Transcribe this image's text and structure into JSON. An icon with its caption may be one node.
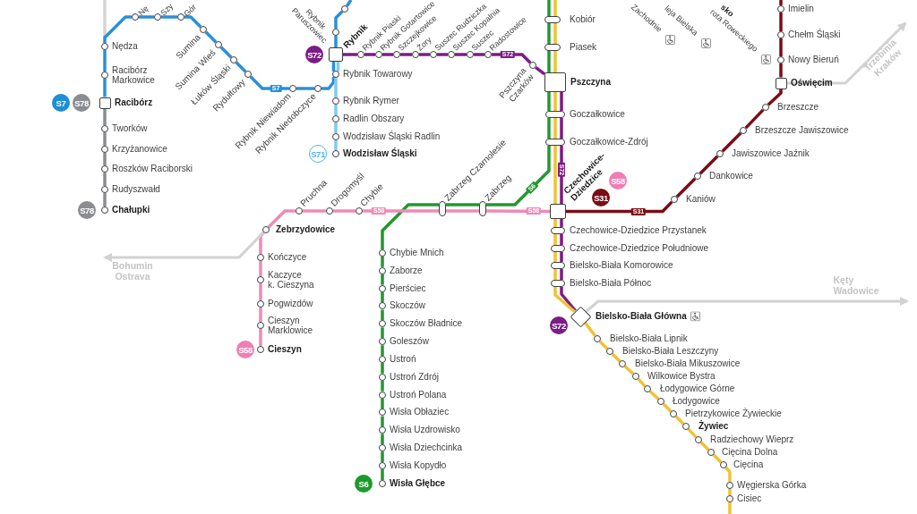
{
  "diagram": {
    "nodes": [
      {
        "text": [],
        "shape": "circle",
        "beside": [
          "Nę"
        ]
      },
      {
        "text": [],
        "shape": "circle",
        "beside": [
          "Szy"
        ]
      },
      {
        "text": [],
        "shape": "circle",
        "beside": [
          "Gór"
        ]
      },
      {
        "text": [],
        "shape": "circle",
        "beside": [
          "Nędza"
        ]
      },
      {
        "text": [],
        "shape": "circle",
        "beside": [
          "Racibórz Markowice"
        ]
      },
      {
        "text": [
          "S7"
        ]
      },
      {
        "text": [
          "S78"
        ]
      },
      {
        "text": [],
        "shape": "box",
        "beside": [
          "Racibórz"
        ]
      },
      {
        "text": [],
        "shape": "circle",
        "beside": [
          "Sumina"
        ]
      },
      {
        "text": [],
        "shape": "circle",
        "beside": [
          "Sumina Wieś"
        ]
      },
      {
        "text": [],
        "shape": "circle",
        "beside": [
          "Łuków Śląski"
        ]
      },
      {
        "text": [],
        "shape": "circle",
        "beside": [
          "Rydułtowy"
        ]
      },
      {
        "text": [],
        "shape": "circle",
        "beside": [
          "Rybnik Niewiadom"
        ]
      },
      {
        "text": [],
        "shape": "circle",
        "beside": [
          "Rybnik Niedobczyce"
        ]
      },
      {
        "text": [],
        "shape": "circle"
      },
      {
        "text": [],
        "shape": "circle",
        "beside": [
          "Rybnik Paruszowiec"
        ]
      },
      {
        "text": [
          "S72"
        ]
      },
      {
        "text": [],
        "shape": "box",
        "beside": [
          "Rybnik"
        ]
      },
      {
        "text": [],
        "shape": "circle",
        "beside": [
          "Rybnik Towarowy"
        ]
      },
      {
        "text": [],
        "shape": "circle",
        "beside": [
          "Rybnik Rymer"
        ]
      },
      {
        "text": [],
        "shape": "circle",
        "beside": [
          "Radlin Obszary"
        ]
      },
      {
        "text": [],
        "shape": "circle",
        "beside": [
          "Wodzisław Śląski Radlin"
        ]
      },
      {
        "text": [
          "S71"
        ]
      },
      {
        "text": [],
        "shape": "circle",
        "beside": [
          "Wodzisław Śląski"
        ]
      },
      {
        "text": [],
        "shape": "circle",
        "beside": [
          "Tworków"
        ]
      },
      {
        "text": [],
        "shape": "circle",
        "beside": [
          "Krzyżanowice"
        ]
      },
      {
        "text": [],
        "shape": "circle",
        "beside": [
          "Roszków Raciborski"
        ]
      },
      {
        "text": [],
        "shape": "circle",
        "beside": [
          "Rudyszwałd"
        ]
      },
      {
        "text": [
          "S78"
        ]
      },
      {
        "text": [],
        "shape": "circle",
        "beside": [
          "Chałupki"
        ]
      },
      {
        "text": [],
        "shape": "circle",
        "beside": [
          "Rybnik Piaski"
        ]
      },
      {
        "text": [],
        "shape": "circle",
        "beside": [
          "Rybnik Gotartowice"
        ]
      },
      {
        "text": [],
        "shape": "circle",
        "beside": [
          "Szczejkowice"
        ]
      },
      {
        "text": [],
        "shape": "circle",
        "beside": [
          "Żory"
        ]
      },
      {
        "text": [],
        "shape": "circle",
        "beside": [
          "Suszec Rudziczka"
        ]
      },
      {
        "text": [],
        "shape": "circle",
        "beside": [
          "Suszec Kopalnia"
        ]
      },
      {
        "text": [],
        "shape": "circle",
        "beside": [
          "Suszec"
        ]
      },
      {
        "text": [],
        "shape": "circle",
        "beside": [
          "Radostowice"
        ]
      },
      {
        "text": [],
        "shape": "circle",
        "beside": [
          "Pszczyna Czarków"
        ]
      },
      {
        "text": [],
        "shape": "bar",
        "beside": [
          "Kobiór"
        ]
      },
      {
        "text": [],
        "shape": "bar",
        "beside": [
          "Piasek"
        ]
      },
      {
        "text": [],
        "shape": "box",
        "beside": [
          "Pszczyna"
        ]
      },
      {
        "text": [],
        "shape": "bar",
        "beside": [
          "Goczałkowice"
        ]
      },
      {
        "text": [],
        "shape": "bar",
        "beside": [
          "Goczałkowice-Zdrój"
        ]
      },
      {
        "text": [],
        "shape": "circle",
        "beside": [
          "Imielin"
        ]
      },
      {
        "text": [],
        "shape": "circle",
        "beside": [
          "Chełm Śląski"
        ]
      },
      {
        "text": [],
        "shape": "circle",
        "beside": [
          "Nowy Bieruń"
        ]
      },
      {
        "text": [],
        "shape": "box",
        "beside": [
          "Oświęcim"
        ]
      },
      {
        "text": [],
        "shape": "circle",
        "beside": [
          "Brzeszcze"
        ]
      },
      {
        "text": [],
        "shape": "circle",
        "beside": [
          "Brzeszcze Jawiszowice"
        ]
      },
      {
        "text": [],
        "shape": "circle",
        "beside": [
          "Jawiszowice Jaźnik"
        ]
      },
      {
        "text": [],
        "shape": "circle",
        "beside": [
          "Dankowice"
        ]
      },
      {
        "text": [],
        "shape": "circle",
        "beside": [
          "Kaniów"
        ]
      },
      {
        "text": [
          "S58"
        ]
      },
      {
        "text": [
          "S31"
        ]
      },
      {
        "text": [],
        "shape": "box",
        "beside": [
          "Czechowice-Dziedzice"
        ]
      },
      {
        "text": [],
        "shape": "circle",
        "beside": [
          "Pruchna"
        ]
      },
      {
        "text": [],
        "shape": "circle",
        "beside": [
          "Drogomyśl"
        ]
      },
      {
        "text": [],
        "shape": "circle",
        "beside": [
          "Chybie"
        ]
      },
      {
        "text": [],
        "shape": "bar",
        "beside": [
          "Zabrzeg Czarnolesie"
        ]
      },
      {
        "text": [],
        "shape": "bar",
        "beside": [
          "Zabrzeg"
        ]
      },
      {
        "text": [],
        "shape": "circle",
        "beside": [
          "Zebrzydowice"
        ]
      },
      {
        "text": [],
        "shape": "circle",
        "beside": [
          "Kończyce"
        ]
      },
      {
        "text": [],
        "shape": "circle",
        "beside": [
          "Kaczyce k. Cieszyna"
        ]
      },
      {
        "text": [],
        "shape": "circle",
        "beside": [
          "Pogwizdów"
        ]
      },
      {
        "text": [],
        "shape": "circle",
        "beside": [
          "Cieszyn Marklowice"
        ]
      },
      {
        "text": [
          "S58"
        ]
      },
      {
        "text": [],
        "shape": "circle",
        "beside": [
          "Cieszyn"
        ]
      },
      {
        "text": [],
        "shape": "circle",
        "beside": [
          "Chybie Mnich"
        ]
      },
      {
        "text": [],
        "shape": "circle",
        "beside": [
          "Zaborze"
        ]
      },
      {
        "text": [],
        "shape": "circle",
        "beside": [
          "Pierściec"
        ]
      },
      {
        "text": [],
        "shape": "circle",
        "beside": [
          "Skoczów"
        ]
      },
      {
        "text": [],
        "shape": "circle",
        "beside": [
          "Skoczów Bładnice"
        ]
      },
      {
        "text": [],
        "shape": "circle",
        "beside": [
          "Goleszów"
        ]
      },
      {
        "text": [],
        "shape": "circle",
        "beside": [
          "Ustroń"
        ]
      },
      {
        "text": [],
        "shape": "circle",
        "beside": [
          "Ustroń Zdrój"
        ]
      },
      {
        "text": [],
        "shape": "circle",
        "beside": [
          "Ustroń Polana"
        ]
      },
      {
        "text": [],
        "shape": "circle",
        "beside": [
          "Wisła Obłaziec"
        ]
      },
      {
        "text": [],
        "shape": "circle",
        "beside": [
          "Wisła Uzdrowisko"
        ]
      },
      {
        "text": [],
        "shape": "circle",
        "beside": [
          "Wisła Dziechcinka"
        ]
      },
      {
        "text": [],
        "shape": "circle",
        "beside": [
          "Wisła Kopydło"
        ]
      },
      {
        "text": [
          "S6"
        ]
      },
      {
        "text": [],
        "shape": "circle",
        "beside": [
          "Wisła Głębce"
        ]
      },
      {
        "text": [],
        "shape": "bar",
        "beside": [
          "Czechowice-Dziedzice Przystanek"
        ]
      },
      {
        "text": [],
        "shape": "bar",
        "beside": [
          "Czechowice-Dziedzice Południowe"
        ]
      },
      {
        "text": [],
        "shape": "bar",
        "beside": [
          "Bielsko-Biała Komorowice"
        ]
      },
      {
        "text": [],
        "shape": "bar",
        "beside": [
          "Bielsko-Biała Północ"
        ]
      },
      {
        "text": [
          "S72"
        ]
      },
      {
        "text": [],
        "shape": "diamond",
        "beside": [
          "Bielsko-Biała Główna"
        ]
      },
      {
        "text": [],
        "shape": "circle",
        "beside": [
          "Bielsko-Biała Lipnik"
        ]
      },
      {
        "text": [],
        "shape": "circle",
        "beside": [
          "Bielsko-Biała Leszczyny"
        ]
      },
      {
        "text": [],
        "shape": "circle",
        "beside": [
          "Bielsko-Biała Mikuszowice"
        ]
      },
      {
        "text": [],
        "shape": "circle",
        "beside": [
          "Wilkowice Bystra"
        ]
      },
      {
        "text": [],
        "shape": "circle",
        "beside": [
          "Łodygowice Górne"
        ]
      },
      {
        "text": [],
        "shape": "circle",
        "beside": [
          "Łodygowice"
        ]
      },
      {
        "text": [],
        "shape": "circle",
        "beside": [
          "Pietrzykowice Żywieckie"
        ]
      },
      {
        "text": [],
        "shape": "circle",
        "beside": [
          "Żywiec"
        ]
      },
      {
        "text": [],
        "shape": "circle",
        "beside": [
          "Radziechowy Wieprz"
        ]
      },
      {
        "text": [],
        "shape": "circle",
        "beside": [
          "Cięcina Dolna"
        ]
      },
      {
        "text": [],
        "shape": "circle",
        "beside": [
          "Cięcina"
        ]
      },
      {
        "text": [],
        "shape": "circle",
        "beside": [
          "Węgierska Górka"
        ]
      },
      {
        "text": [],
        "shape": "circle",
        "beside": [
          "Cisiec"
        ]
      }
    ],
    "edges": [
      {
        "from": 7,
        "to": 4,
        "arrow": "none",
        "color": "#2a90d8"
      },
      {
        "from": 4,
        "to": 3,
        "arrow": "none",
        "color": "#2a90d8"
      },
      {
        "from": 3,
        "to": 0,
        "arrow": "none",
        "color": "#2a90d8"
      },
      {
        "from": 0,
        "to": 1,
        "arrow": "none",
        "color": "#2a90d8"
      },
      {
        "from": 1,
        "to": 2,
        "arrow": "none",
        "color": "#2a90d8"
      },
      {
        "from": 2,
        "to": 8,
        "arrow": "none",
        "color": "#2a90d8"
      },
      {
        "from": 8,
        "to": 9,
        "arrow": "none",
        "color": "#2a90d8"
      },
      {
        "from": 9,
        "to": 10,
        "arrow": "none",
        "color": "#2a90d8"
      },
      {
        "from": 10,
        "to": 11,
        "arrow": "none",
        "color": "#2a90d8"
      },
      {
        "from": 11,
        "to": 12,
        "arrow": "none",
        "color": "#2a90d8",
        "label": "S7"
      },
      {
        "from": 12,
        "to": 13,
        "arrow": "none",
        "color": "#2a90d8"
      },
      {
        "from": 13,
        "to": 18,
        "arrow": "none",
        "color": "#2a90d8"
      },
      {
        "from": 18,
        "to": 17,
        "arrow": "none",
        "color": "#2a90d8"
      },
      {
        "from": 17,
        "to": 15,
        "arrow": "none",
        "color": "#2a90d8"
      },
      {
        "from": 15,
        "to": 14,
        "arrow": "none",
        "color": "#2a90d8"
      },
      {
        "from": 14,
        "to": null,
        "arrow": "none",
        "color": "#2a90d8"
      },
      {
        "from": 23,
        "to": 21,
        "arrow": "none",
        "color": "#7fcbee"
      },
      {
        "from": 21,
        "to": 20,
        "arrow": "none",
        "color": "#7fcbee"
      },
      {
        "from": 20,
        "to": 19,
        "arrow": "none",
        "color": "#7fcbee"
      },
      {
        "from": 19,
        "to": 18,
        "arrow": "none",
        "color": "#7fcbee"
      },
      {
        "from": 18,
        "to": 17,
        "arrow": "none",
        "color": "#7fcbee"
      },
      {
        "from": 7,
        "to": 24,
        "arrow": "none",
        "color": "#8a8d92"
      },
      {
        "from": 24,
        "to": 25,
        "arrow": "none",
        "color": "#8a8d92"
      },
      {
        "from": 25,
        "to": 26,
        "arrow": "none",
        "color": "#8a8d92"
      },
      {
        "from": 26,
        "to": 27,
        "arrow": "none",
        "color": "#8a8d92"
      },
      {
        "from": 27,
        "to": 29,
        "arrow": "none",
        "color": "#8a8d92"
      },
      {
        "from": 17,
        "to": 30,
        "arrow": "none",
        "color": "#7c1c86"
      },
      {
        "from": 30,
        "to": 31,
        "arrow": "none",
        "color": "#7c1c86"
      },
      {
        "from": 31,
        "to": 32,
        "arrow": "none",
        "color": "#7c1c86"
      },
      {
        "from": 32,
        "to": 33,
        "arrow": "none",
        "color": "#7c1c86"
      },
      {
        "from": 33,
        "to": 34,
        "arrow": "none",
        "color": "#7c1c86"
      },
      {
        "from": 34,
        "to": 35,
        "arrow": "none",
        "color": "#7c1c86"
      },
      {
        "from": 35,
        "to": 36,
        "arrow": "none",
        "color": "#7c1c86"
      },
      {
        "from": 36,
        "to": 37,
        "arrow": "none",
        "color": "#7c1c86"
      },
      {
        "from": 37,
        "to": 38,
        "arrow": "none",
        "color": "#7c1c86",
        "label": "S72"
      },
      {
        "from": 38,
        "to": 41,
        "arrow": "none",
        "color": "#7c1c86"
      },
      {
        "from": 41,
        "to": 42,
        "arrow": "none",
        "color": "#7c1c86"
      },
      {
        "from": 42,
        "to": 43,
        "arrow": "none",
        "color": "#7c1c86"
      },
      {
        "from": 43,
        "to": 55,
        "arrow": "none",
        "color": "#7c1c86",
        "label": "S72"
      },
      {
        "from": 55,
        "to": 83,
        "arrow": "none",
        "color": "#7c1c86"
      },
      {
        "from": 83,
        "to": 84,
        "arrow": "none",
        "color": "#7c1c86"
      },
      {
        "from": 84,
        "to": 85,
        "arrow": "none",
        "color": "#7c1c86"
      },
      {
        "from": 85,
        "to": 86,
        "arrow": "none",
        "color": "#7c1c86"
      },
      {
        "from": 86,
        "to": 88,
        "arrow": "none",
        "color": "#7c1c86"
      },
      {
        "from": null,
        "to": 39,
        "arrow": "none",
        "color": "#22982e"
      },
      {
        "from": 39,
        "to": 40,
        "arrow": "none",
        "color": "#22982e"
      },
      {
        "from": 40,
        "to": 41,
        "arrow": "none",
        "color": "#22982e"
      },
      {
        "from": 41,
        "to": 42,
        "arrow": "none",
        "color": "#22982e"
      },
      {
        "from": 42,
        "to": 43,
        "arrow": "none",
        "color": "#22982e"
      },
      {
        "from": 43,
        "to": 60,
        "arrow": "none",
        "color": "#22982e",
        "label": "S6"
      },
      {
        "from": 60,
        "to": 59,
        "arrow": "none",
        "color": "#22982e"
      },
      {
        "from": 59,
        "to": 68,
        "arrow": "none",
        "color": "#22982e"
      },
      {
        "from": 68,
        "to": 69,
        "arrow": "none",
        "color": "#22982e"
      },
      {
        "from": 69,
        "to": 70,
        "arrow": "none",
        "color": "#22982e"
      },
      {
        "from": 70,
        "to": 71,
        "arrow": "none",
        "color": "#22982e"
      },
      {
        "from": 71,
        "to": 72,
        "arrow": "none",
        "color": "#22982e"
      },
      {
        "from": 72,
        "to": 73,
        "arrow": "none",
        "color": "#22982e"
      },
      {
        "from": 73,
        "to": 74,
        "arrow": "none",
        "color": "#22982e"
      },
      {
        "from": 74,
        "to": 75,
        "arrow": "none",
        "color": "#22982e"
      },
      {
        "from": 75,
        "to": 76,
        "arrow": "none",
        "color": "#22982e"
      },
      {
        "from": 76,
        "to": 77,
        "arrow": "none",
        "color": "#22982e"
      },
      {
        "from": 77,
        "to": 78,
        "arrow": "none",
        "color": "#22982e"
      },
      {
        "from": 78,
        "to": 79,
        "arrow": "none",
        "color": "#22982e"
      },
      {
        "from": 79,
        "to": 80,
        "arrow": "none",
        "color": "#22982e"
      },
      {
        "from": 80,
        "to": 82,
        "arrow": "none",
        "color": "#22982e"
      },
      {
        "from": null,
        "to": 39,
        "arrow": "none",
        "color": "#f1c232"
      },
      {
        "from": 39,
        "to": 40,
        "arrow": "none",
        "color": "#f1c232"
      },
      {
        "from": 40,
        "to": 41,
        "arrow": "none",
        "color": "#f1c232"
      },
      {
        "from": 41,
        "to": 42,
        "arrow": "none",
        "color": "#f1c232"
      },
      {
        "from": 42,
        "to": 43,
        "arrow": "none",
        "color": "#f1c232"
      },
      {
        "from": 43,
        "to": 55,
        "arrow": "none",
        "color": "#f1c232"
      },
      {
        "from": 55,
        "to": 83,
        "arrow": "none",
        "color": "#f1c232"
      },
      {
        "from": 83,
        "to": 84,
        "arrow": "none",
        "color": "#f1c232"
      },
      {
        "from": 84,
        "to": 85,
        "arrow": "none",
        "color": "#f1c232"
      },
      {
        "from": 85,
        "to": 86,
        "arrow": "none",
        "color": "#f1c232"
      },
      {
        "from": 86,
        "to": 88,
        "arrow": "none",
        "color": "#f1c232"
      },
      {
        "from": 88,
        "to": 89,
        "arrow": "none",
        "color": "#f1c232"
      },
      {
        "from": 89,
        "to": 90,
        "arrow": "none",
        "color": "#f1c232"
      },
      {
        "from": 90,
        "to": 91,
        "arrow": "none",
        "color": "#f1c232"
      },
      {
        "from": 91,
        "to": 92,
        "arrow": "none",
        "color": "#f1c232"
      },
      {
        "from": 92,
        "to": 93,
        "arrow": "none",
        "color": "#f1c232"
      },
      {
        "from": 93,
        "to": 94,
        "arrow": "none",
        "color": "#f1c232"
      },
      {
        "from": 94,
        "to": 95,
        "arrow": "none",
        "color": "#f1c232"
      },
      {
        "from": 95,
        "to": 96,
        "arrow": "none",
        "color": "#f1c232"
      },
      {
        "from": 96,
        "to": 97,
        "arrow": "none",
        "color": "#f1c232"
      },
      {
        "from": 97,
        "to": 98,
        "arrow": "none",
        "color": "#f1c232"
      },
      {
        "from": 98,
        "to": 99,
        "arrow": "none",
        "color": "#f1c232"
      },
      {
        "from": 99,
        "to": 100,
        "arrow": "none",
        "color": "#f1c232"
      },
      {
        "from": 100,
        "to": 101,
        "arrow": "none",
        "color": "#f1c232"
      },
      {
        "from": 101,
        "to": null,
        "arrow": "none",
        "color": "#f1c232"
      },
      {
        "from": 67,
        "to": 65,
        "arrow": "none",
        "color": "#ef8ab8"
      },
      {
        "from": 65,
        "to": 64,
        "arrow": "none",
        "color": "#ef8ab8"
      },
      {
        "from": 64,
        "to": 63,
        "arrow": "none",
        "color": "#ef8ab8"
      },
      {
        "from": 63,
        "to": 62,
        "arrow": "none",
        "color": "#ef8ab8"
      },
      {
        "from": 62,
        "to": 61,
        "arrow": "none",
        "color": "#ef8ab8"
      },
      {
        "from": 61,
        "to": 56,
        "arrow": "none",
        "color": "#ef8ab8"
      },
      {
        "from": 56,
        "to": 57,
        "arrow": "none",
        "color": "#ef8ab8"
      },
      {
        "from": 57,
        "to": 58,
        "arrow": "none",
        "color": "#ef8ab8"
      },
      {
        "from": 58,
        "to": 59,
        "arrow": "none",
        "color": "#ef8ab8",
        "label": "S58"
      },
      {
        "from": 59,
        "to": 60,
        "arrow": "none",
        "color": "#ef8ab8"
      },
      {
        "from": 60,
        "to": 55,
        "arrow": "none",
        "color": "#ef8ab8",
        "label": "S58"
      },
      {
        "from": 55,
        "to": 52,
        "arrow": "none",
        "color": "#7a0d14",
        "label": "S31"
      },
      {
        "from": 52,
        "to": 51,
        "arrow": "none",
        "color": "#7a0d14"
      },
      {
        "from": 51,
        "to": 50,
        "arrow": "none",
        "color": "#7a0d14"
      },
      {
        "from": 50,
        "to": 49,
        "arrow": "none",
        "color": "#7a0d14"
      },
      {
        "from": 49,
        "to": 48,
        "arrow": "none",
        "color": "#7a0d14"
      },
      {
        "from": 48,
        "to": 47,
        "arrow": "none",
        "color": "#7a0d14"
      },
      {
        "from": 47,
        "to": 46,
        "arrow": "none",
        "color": "#7a0d14"
      },
      {
        "from": 46,
        "to": 45,
        "arrow": "none",
        "color": "#7a0d14"
      },
      {
        "from": 45,
        "to": 44,
        "arrow": "none",
        "color": "#7a0d14"
      },
      {
        "from": 44,
        "to": null,
        "arrow": "none",
        "color": "#7a0d14"
      },
      {
        "from": 61,
        "to": null,
        "arrow": "to",
        "color": "#d2d2d2",
        "label": "Bohumin Ostrava"
      },
      {
        "from": 47,
        "to": null,
        "arrow": "to",
        "color": "#d2d2d2",
        "label": "Trzebinia Kraków"
      },
      {
        "from": 88,
        "to": null,
        "arrow": "to",
        "color": "#d2d2d2",
        "label": "Kęty Wadowice"
      }
    ],
    "labels": [
      "Zachodnie",
      "leja Bielska",
      "rota Roweckiego",
      "sko"
    ]
  }
}
